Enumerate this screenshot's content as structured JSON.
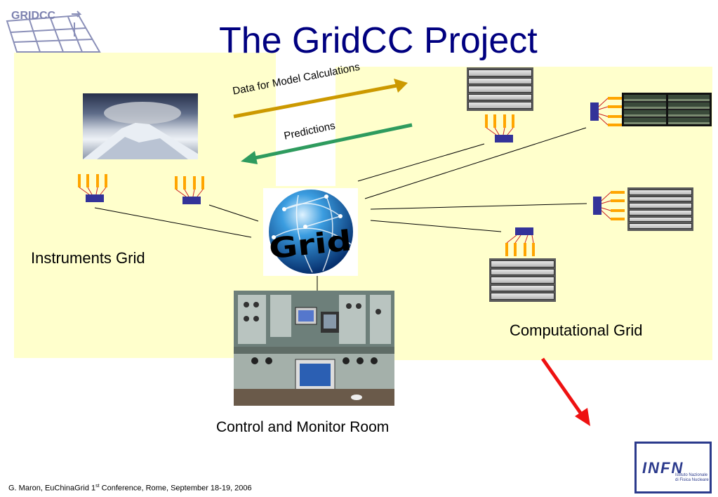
{
  "title": "The GridCC Project",
  "logo_text": "GRIDCC",
  "labels": {
    "instruments_grid": "Instruments Grid",
    "computational_grid": "Computational Grid",
    "control_room": "Control and Monitor  Room",
    "data_arrow": "Data for Model Calculations",
    "predictions_arrow": "Predictions",
    "grid_globe": "Grid"
  },
  "footer": {
    "prefix": "G. Maron, EuChinaGrid 1",
    "superscript": "st",
    "suffix": " Conference, Rome, September 18-19, 2006"
  },
  "infn_logo": {
    "name": "INFN",
    "line1": "Istituto Nazionale",
    "line2": "di Fisica Nucleare"
  },
  "colors": {
    "title": "#000080",
    "panel": "#ffffcc",
    "data_arrow": "#cc9900",
    "predictions_arrow": "#2e9b5e",
    "red_arrow": "#ee1111",
    "connector": "#ffa500",
    "node": "#333399"
  }
}
